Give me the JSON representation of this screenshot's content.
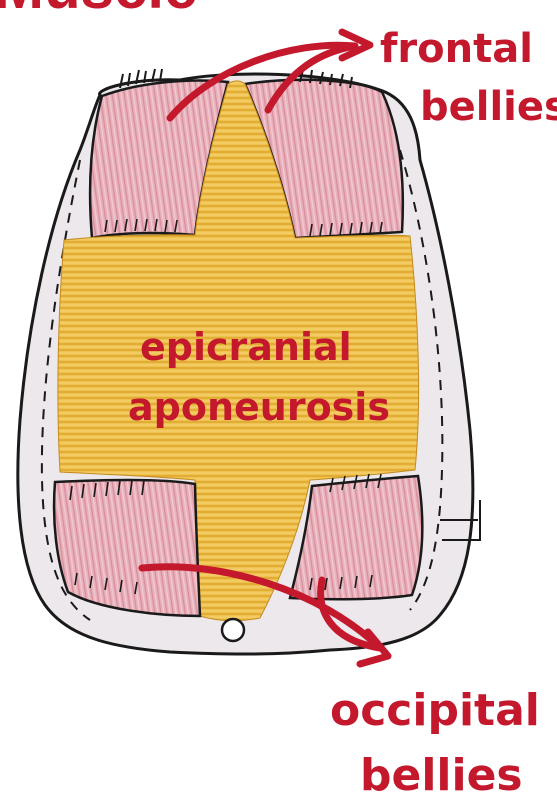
{
  "title": "Muscle",
  "colors": {
    "label": "#c4182c",
    "skin": "#ece8ec",
    "muscle": "#e7aeb8",
    "aponeurosis": "#e8b53a",
    "outline": "#1a1a1a"
  },
  "labels": {
    "frontal": [
      "frontal",
      "bellies"
    ],
    "aponeurosis": [
      "epicranial",
      "aponeurosis"
    ],
    "occipital": [
      "occipital",
      "bellies"
    ]
  }
}
